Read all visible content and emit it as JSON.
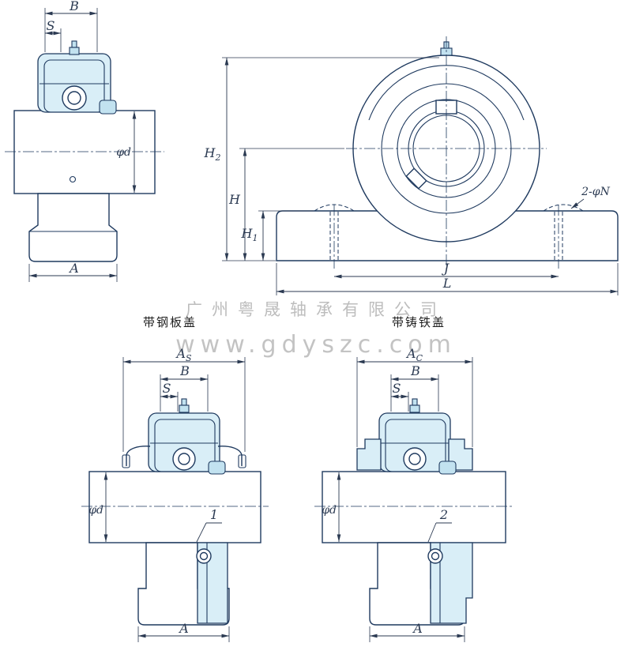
{
  "watermark": {
    "company": "广州粤晟轴承有限公司",
    "url": "www.gdyszc.com"
  },
  "captions": {
    "steel_plate_cover": "带钢板盖",
    "cast_iron_cover": "带铸铁盖"
  },
  "colors": {
    "line": "#1f3a5f",
    "dim": "#2b3a52",
    "fill_light": "#d9eef7",
    "fill_mid": "#c2e2f0",
    "watermark": "#bdbdbd",
    "caption_text": "#1f1f1f"
  },
  "views": {
    "side": {
      "dims": {
        "B": "B",
        "S": "S",
        "phi_d": "φd",
        "A": "A"
      }
    },
    "front": {
      "dims": {
        "H2": {
          "main": "H",
          "sub": "2"
        },
        "H": "H",
        "H1": {
          "main": "H",
          "sub": "1"
        },
        "J": "J",
        "L": "L",
        "N": "2-φN"
      }
    },
    "steel": {
      "dims": {
        "As": {
          "main": "A",
          "sub": "S"
        },
        "B": "B",
        "S": "S",
        "phi_d": "φd",
        "A": "A",
        "callout": "1"
      }
    },
    "cast": {
      "dims": {
        "Ac": {
          "main": "A",
          "sub": "C"
        },
        "B": "B",
        "S": "S",
        "phi_d": "φd",
        "A": "A",
        "callout": "2"
      }
    }
  }
}
